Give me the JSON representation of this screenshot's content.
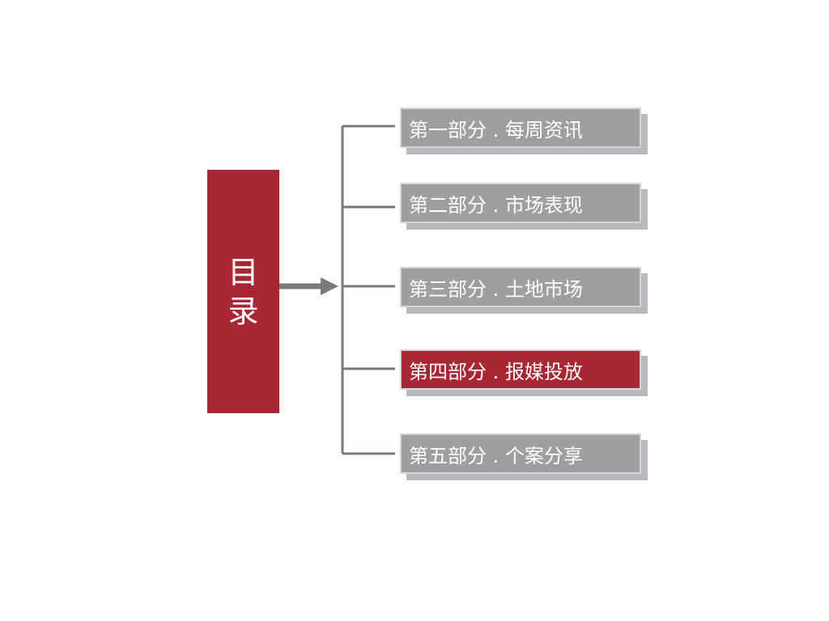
{
  "toc": {
    "title": "目录"
  },
  "sections": [
    {
      "label": "第一部分 . 每周资讯"
    },
    {
      "label": "第二部分 . 市场表现"
    },
    {
      "label": "第三部分 . 土地市场"
    },
    {
      "label": "第四部分 . 报媒投放"
    },
    {
      "label": "第五部分 . 个案分享"
    }
  ],
  "colors": {
    "accent": "#a92634",
    "item_gray": "#a09f9f",
    "shadow_gray": "#b8b9bc",
    "line_gray": "#7a7a7a"
  }
}
